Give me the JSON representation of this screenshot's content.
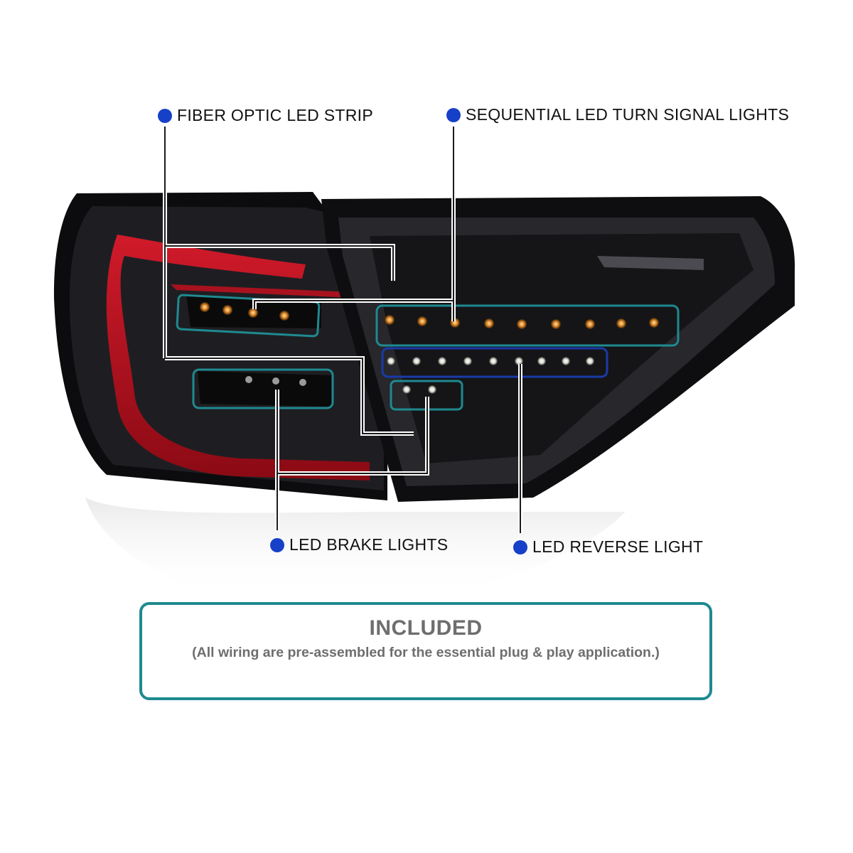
{
  "callouts": {
    "fiber_optic": "FIBER OPTIC LED STRIP",
    "sequential_turn": "SEQUENTIAL LED TURN SIGNAL LIGHTS",
    "brake": "LED BRAKE LIGHTS",
    "reverse": "LED REVERSE  LIGHT"
  },
  "included": {
    "title": "INCLUDED",
    "note": "(All wiring are pre-assembled for the essential plug & play application.)"
  },
  "colors": {
    "bullet": "#1740c8",
    "highlight_teal": "#1e8a90",
    "highlight_blue": "#1a3aa8",
    "lens_red": "#b0101e",
    "housing": "#0c0c0e"
  }
}
